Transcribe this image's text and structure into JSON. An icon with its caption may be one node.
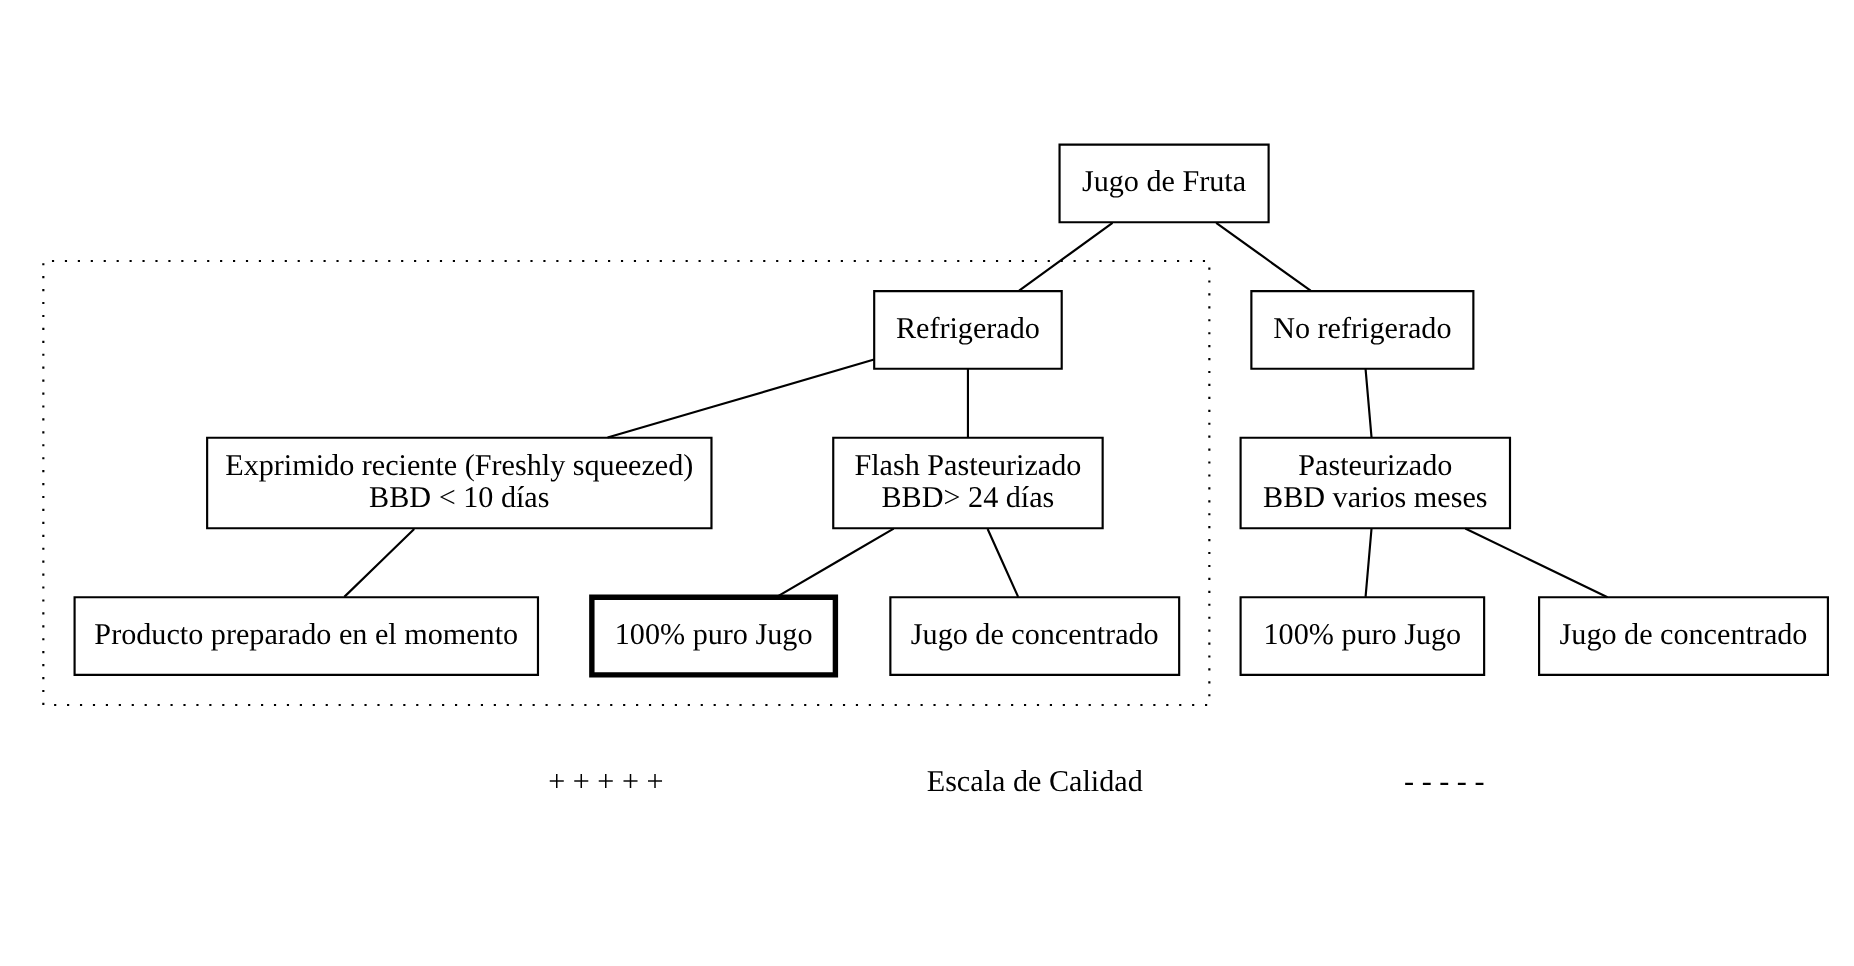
{
  "diagram": {
    "nodes": [
      {
        "text": [
          "Jugo de Fruta"
        ]
      },
      {
        "text": [],
        "shape": "box"
      },
      {
        "text": [
          "Refrigerado"
        ],
        "in": 1
      },
      {
        "text": [
          "No refrigerado"
        ]
      },
      {
        "text": [
          "Exprimido reciente (Freshly squeezed)",
          "BBD < 10 días"
        ],
        "in": 1
      },
      {
        "text": [
          "Flash Pasteurizado",
          "BBD> 24 días"
        ],
        "in": 1
      },
      {
        "text": [
          "Pasteurizado",
          "BBD varios meses"
        ]
      },
      {
        "text": [
          "Producto preparado en el momento"
        ],
        "in": 1
      },
      {
        "text": [
          "100% puro Jugo"
        ],
        "in": 1
      },
      {
        "text": [
          "Jugo de concentrado"
        ],
        "in": 1
      },
      {
        "text": [
          "100% puro Jugo"
        ]
      },
      {
        "text": [
          "Jugo de concentrado"
        ]
      }
    ],
    "edges": [
      {
        "from": 0,
        "to": 2,
        "arrow": "none"
      },
      {
        "from": 0,
        "to": 3,
        "arrow": "none"
      },
      {
        "from": 2,
        "to": 4,
        "arrow": "none"
      },
      {
        "from": 2,
        "to": 5,
        "arrow": "none"
      },
      {
        "from": 3,
        "to": 6,
        "arrow": "none"
      },
      {
        "from": 4,
        "to": 7,
        "arrow": "none"
      },
      {
        "from": 5,
        "to": 8,
        "arrow": "none"
      },
      {
        "from": 5,
        "to": 9,
        "arrow": "none"
      },
      {
        "from": 6,
        "to": 10,
        "arrow": "none"
      },
      {
        "from": 6,
        "to": 11,
        "arrow": "none"
      }
    ],
    "labels": [
      "+ + + + +",
      "Escala de Calidad",
      "- - - - -"
    ]
  }
}
